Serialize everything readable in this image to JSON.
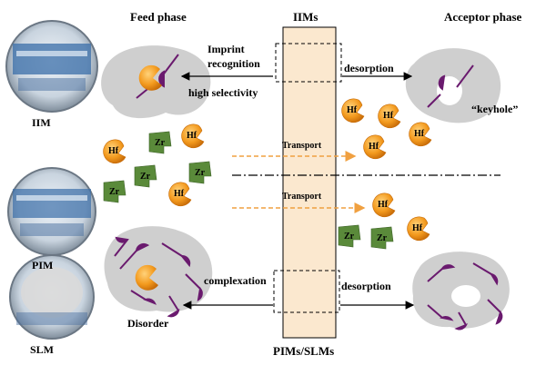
{
  "headers": {
    "feed": "Feed phase",
    "iims": "IIMs",
    "acceptor": "Acceptor phase",
    "pims_slms": "PIMs/SLMs"
  },
  "side_labels": {
    "iim": "IIM",
    "pim": "PIM",
    "slm": "SLM"
  },
  "annotations": {
    "imprint_line1": "Imprint",
    "imprint_line2": "recognition",
    "high_selectivity": "high selectivity",
    "desorption_top": "desorption",
    "keyhole": "“keyhole”",
    "transport_top": "Transport",
    "transport_bottom": "Transport",
    "complexation": "complexation",
    "desorption_bottom": "desorption",
    "disorder": "Disorder"
  },
  "ions": {
    "hf": "Hf",
    "zr": "Zr"
  },
  "colors": {
    "hf_orange": "#f39a1e",
    "zr_green": "#5a8a3a",
    "carrier_purple": "#6a1a6e",
    "membrane_fill": "#fbe8cf",
    "blob_gray": "#cfcfcf",
    "transport_arrow": "#f0a040"
  }
}
